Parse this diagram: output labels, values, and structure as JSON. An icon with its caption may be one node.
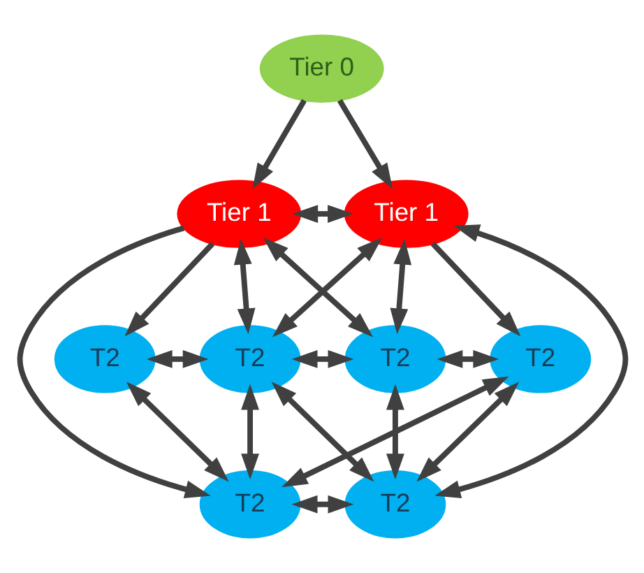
{
  "diagram": {
    "nodes": [
      {
        "text": [
          "Tier 0"
        ]
      },
      {
        "text": [
          "Tier 1"
        ]
      },
      {
        "text": [
          "Tier 1"
        ]
      },
      {
        "text": [
          "T2"
        ]
      },
      {
        "text": [
          "T2"
        ]
      },
      {
        "text": [
          "T2"
        ]
      },
      {
        "text": [
          "T2"
        ]
      },
      {
        "text": [
          "T2"
        ]
      },
      {
        "text": [
          "T2"
        ]
      }
    ],
    "edges": [
      {
        "from": 0,
        "to": 1,
        "arrow": "to"
      },
      {
        "from": 0,
        "to": 2,
        "arrow": "to"
      },
      {
        "from": 1,
        "to": 2,
        "arrow": "both"
      },
      {
        "from": 1,
        "to": 3,
        "arrow": "to"
      },
      {
        "from": 1,
        "to": 7,
        "arrow": "to"
      },
      {
        "from": 1,
        "to": 4,
        "arrow": "both"
      },
      {
        "from": 1,
        "to": 5,
        "arrow": "both"
      },
      {
        "from": 2,
        "to": 4,
        "arrow": "both"
      },
      {
        "from": 2,
        "to": 5,
        "arrow": "both"
      },
      {
        "from": 2,
        "to": 8,
        "arrow": "both"
      },
      {
        "from": 2,
        "to": 6,
        "arrow": "to"
      },
      {
        "from": 3,
        "to": 4,
        "arrow": "both"
      },
      {
        "from": 4,
        "to": 5,
        "arrow": "both"
      },
      {
        "from": 5,
        "to": 6,
        "arrow": "both"
      },
      {
        "from": 3,
        "to": 7,
        "arrow": "both"
      },
      {
        "from": 4,
        "to": 7,
        "arrow": "both"
      },
      {
        "from": 4,
        "to": 8,
        "arrow": "both"
      },
      {
        "from": 7,
        "to": 6,
        "arrow": "both"
      },
      {
        "from": 5,
        "to": 8,
        "arrow": "both"
      },
      {
        "from": 6,
        "to": 8,
        "arrow": "both"
      },
      {
        "from": 7,
        "to": 8,
        "arrow": "both"
      }
    ]
  }
}
